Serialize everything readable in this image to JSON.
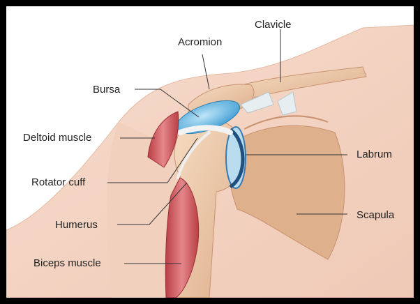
{
  "diagram": {
    "labels": {
      "clavicle": "Clavicle",
      "acromion": "Acromion",
      "bursa": "Bursa",
      "deltoid_muscle": "Deltoid muscle",
      "labrum": "Labrum",
      "rotator_cuff": "Rotator cuff",
      "scapula": "Scapula",
      "humerus": "Humerus",
      "biceps_muscle": "Biceps muscle"
    }
  }
}
